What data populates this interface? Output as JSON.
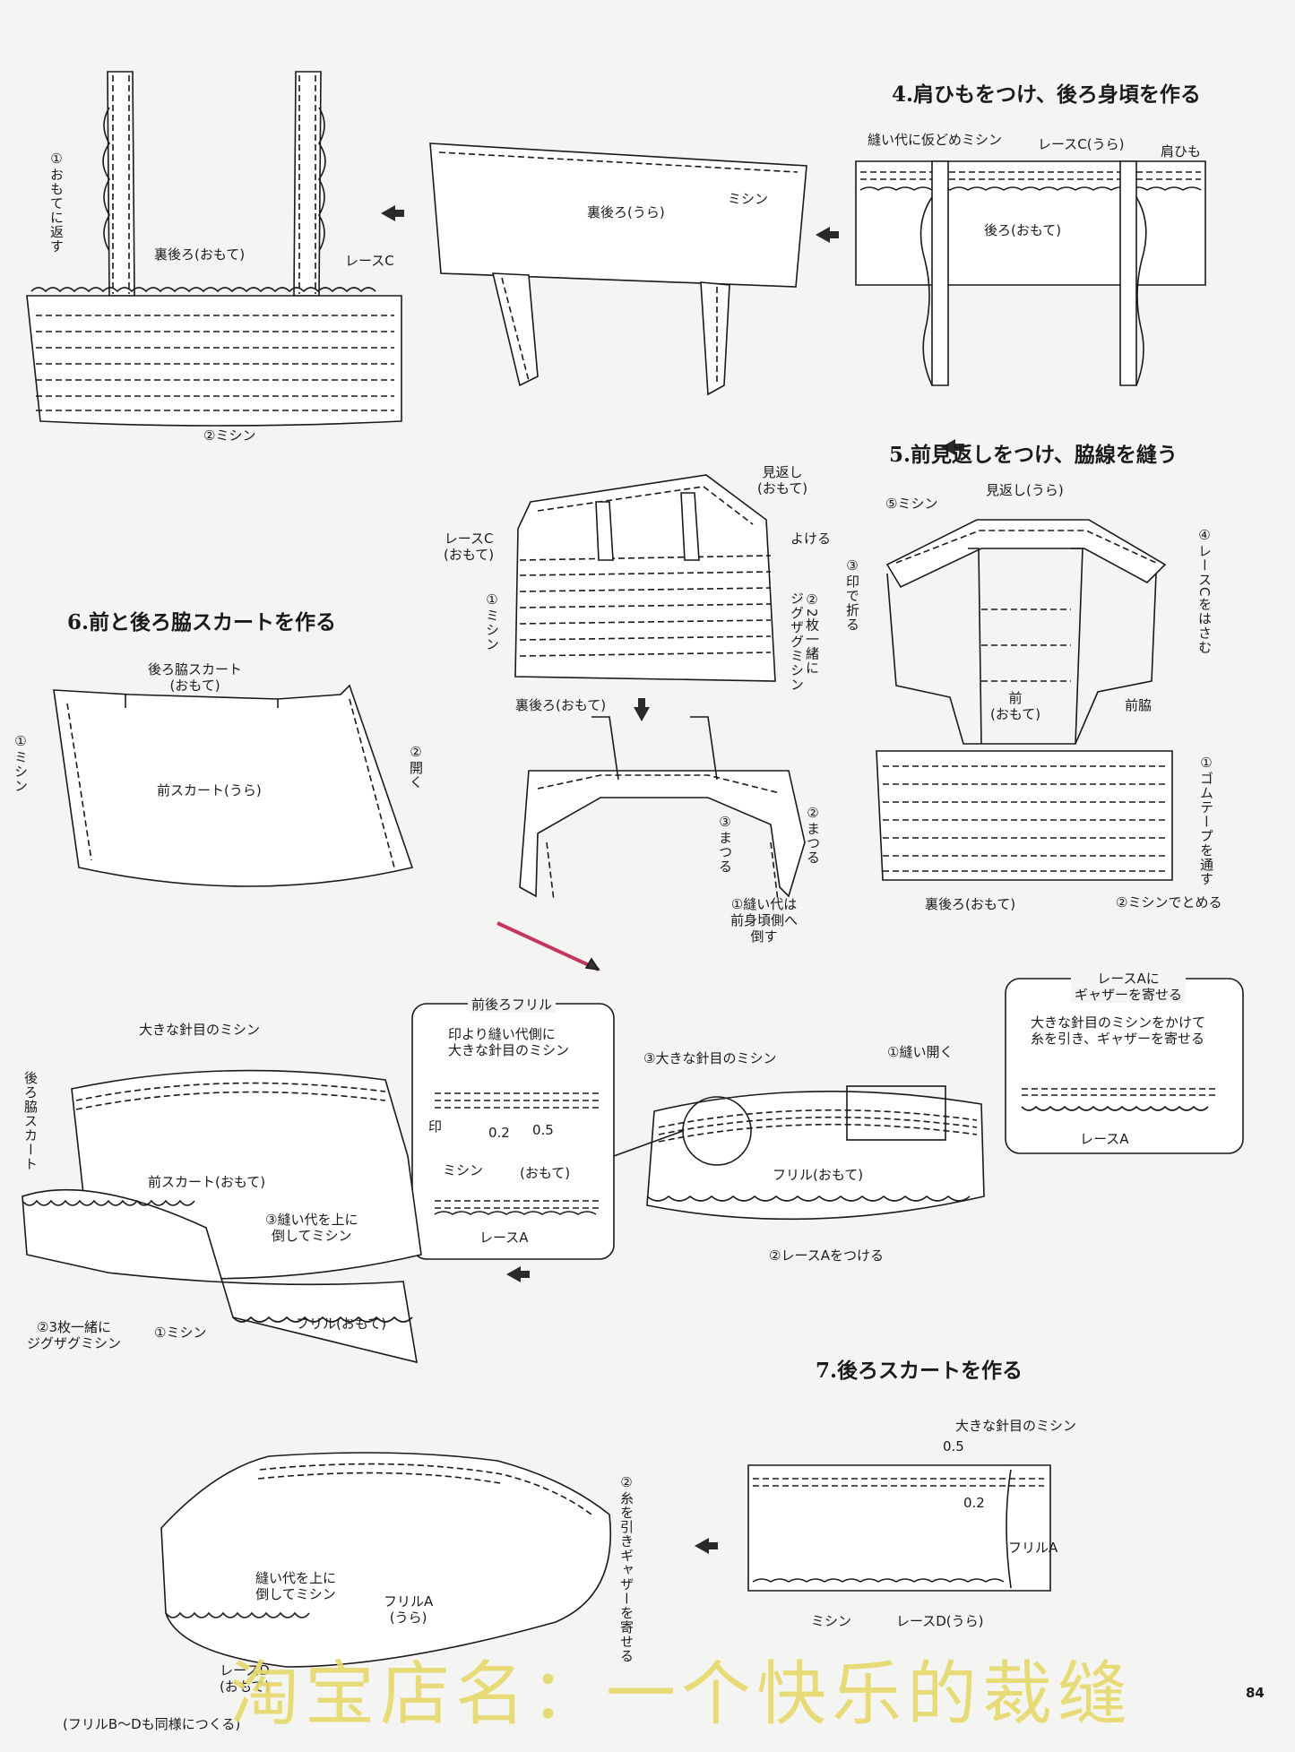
{
  "headings": {
    "step4": "4.肩ひもをつけ、後ろ身頃を作る",
    "step5": "5.前見返しをつけ、脇線を縫う",
    "step6": "6.前と後ろ脇スカートを作る",
    "step7": "7.後ろスカートを作る"
  },
  "step4": {
    "left": {
      "l1": "①おもてに返す",
      "l2": "裏後ろ(おもて)",
      "l3": "レースC",
      "l4": "②ミシン"
    },
    "mid": {
      "l1": "裏後ろ(うら)",
      "l2": "ミシン"
    },
    "right": {
      "l1": "縫い代に仮どめミシン",
      "l2": "レースC(うら)",
      "l3": "肩ひも",
      "l4": "後ろ(おもて)"
    }
  },
  "step5": {
    "mid": {
      "l1": "見返し\n(おもて)",
      "l2": "レースC\n(おもて)",
      "l3": "よける",
      "l4": "①ミシン",
      "l5": "②2枚一緒に\nジグザグミシン",
      "l6": "裏後ろ(おもて)",
      "l7": "③まつる",
      "l8": "②まつる",
      "l9": "①縫い代は\n前身頃側へ\n倒す"
    },
    "right": {
      "l1": "⑤ミシン",
      "l2": "見返し(うら)",
      "l3": "③印で折る",
      "l4": "④レースCをはさむ",
      "l5": "前\n(おもて)",
      "l6": "前脇",
      "l7": "①ゴムテープを通す",
      "l8": "裏後ろ(おもて)",
      "l9": "②ミシンでとめる"
    }
  },
  "step6": {
    "flat": {
      "l1": "後ろ脇スカート\n(おもて)",
      "l2": "①ミシン",
      "l3": "前スカート(うら)",
      "l4": "②開く"
    },
    "assembled": {
      "l1": "大きな針目のミシン",
      "l2": "後ろ脇スカート",
      "l3": "前スカート(おもて)",
      "l4": "③縫い代を上に\n倒してミシン",
      "l5": "フリル(おもて)",
      "l6": "②3枚一緒に\nジグザグミシン",
      "l7": "①ミシン"
    },
    "box1": {
      "title": "前後ろフリル",
      "l1": "印より縫い代側に\n大きな針目のミシン",
      "l2": "印",
      "l3": "0.2",
      "l4": "0.5",
      "l5": "ミシン",
      "l6": "(おもて)",
      "l7": "レースA"
    },
    "ring": {
      "l1": "③大きな針目のミシン",
      "l2": "①縫い開く",
      "l3": "フリル(おもて)",
      "l4": "②レースAをつける"
    },
    "box2": {
      "title": "レースAに\nギャザーを寄せる",
      "l1": "大きな針目のミシンをかけて\n糸を引き、ギャザーを寄せる",
      "l2": "レースA"
    }
  },
  "step7": {
    "rect": {
      "l1": "大きな針目のミシン",
      "l2": "0.5",
      "l3": "0.2",
      "l4": "フリルA",
      "l5": "ミシン",
      "l6": "レースD(うら)"
    },
    "arc": {
      "l1": "②糸を引きギャザーを寄せる",
      "l2": "縫い代を上に\n倒してミシン",
      "l3": "フリルA\n(うら)",
      "l4": "レースD\n(おもて)",
      "l5": "(フリルB〜Dも同様につくる)"
    }
  },
  "watermark": "淘宝店名：一个快乐的裁缝",
  "page_number": "84",
  "colors": {
    "arrow": "#e01a4f",
    "watermark": "#e6d96a",
    "ink": "#1a1a1a"
  }
}
